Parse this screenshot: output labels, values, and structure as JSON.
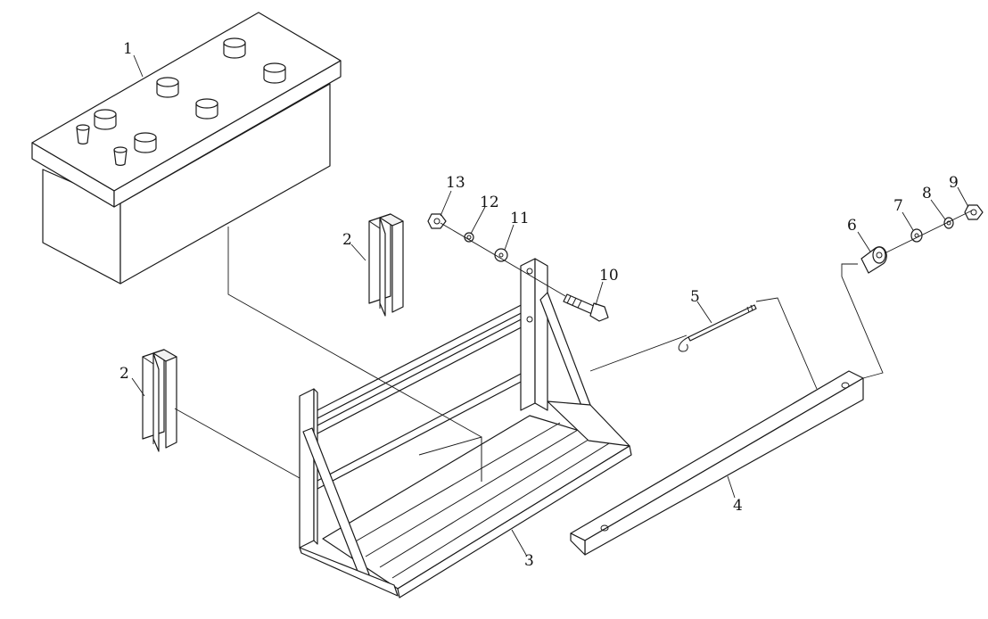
{
  "diagram": {
    "type": "exploded-assembly",
    "callouts": {
      "battery": "1",
      "bracket_upper": "2",
      "bracket_lower": "2",
      "tray": "3",
      "support_bar": "4",
      "hook_rod": "5",
      "sleeve": "6",
      "washer_right": "7",
      "lock_washer_right": "8",
      "nut_right": "9",
      "bolt": "10",
      "washer_left": "11",
      "lock_washer_left": "12",
      "nut_left": "13"
    }
  }
}
